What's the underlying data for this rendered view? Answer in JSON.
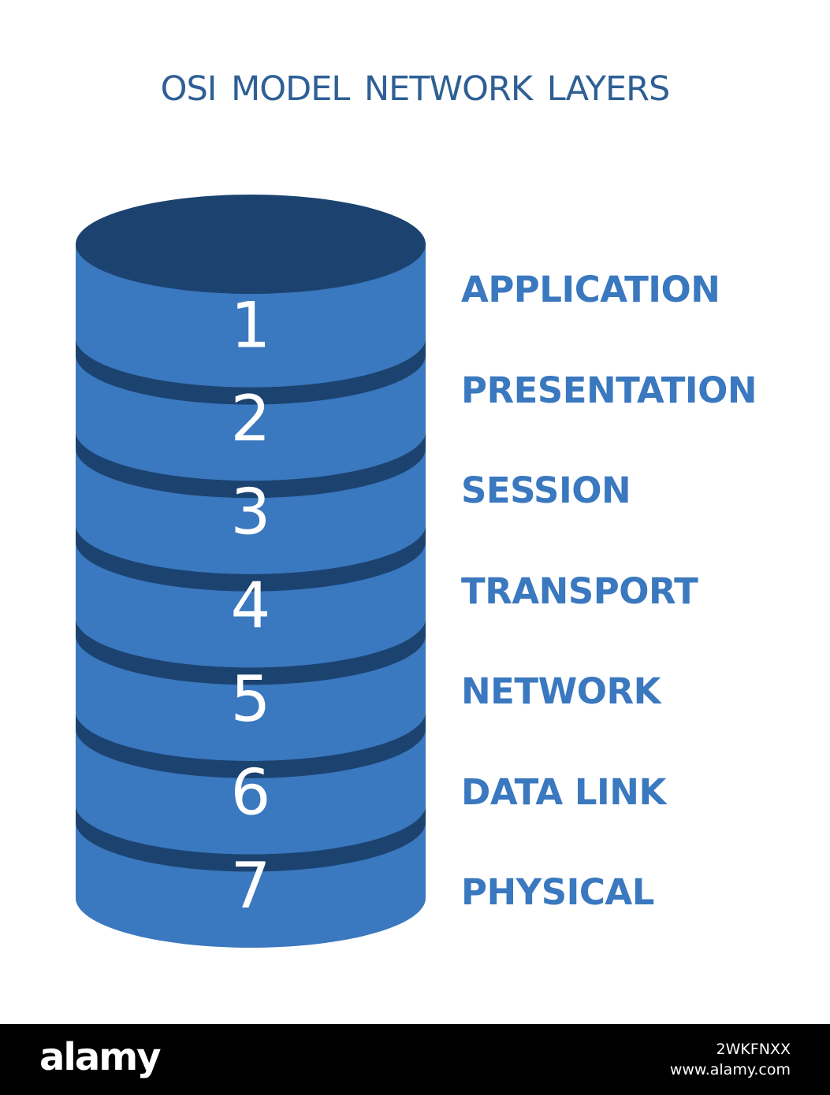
{
  "title": "OSI  MODEL  NETWORK LAYERS",
  "colors": {
    "body": "#3a78bf",
    "dark": "#1c4370",
    "title": "#2e5f95",
    "label": "#3a78bf"
  },
  "layers": [
    {
      "number": "1",
      "name": "APPLICATION"
    },
    {
      "number": "2",
      "name": "PRESENTATION"
    },
    {
      "number": "3",
      "name": "SESSION"
    },
    {
      "number": "4",
      "name": "TRANSPORT"
    },
    {
      "number": "5",
      "name": "NETWORK"
    },
    {
      "number": "6",
      "name": "DATA LINK"
    },
    {
      "number": "7",
      "name": "PHYSICAL"
    }
  ],
  "footer": {
    "logo": "alamy",
    "image_id": "2WKFNXX",
    "site": "www.alamy.com"
  }
}
